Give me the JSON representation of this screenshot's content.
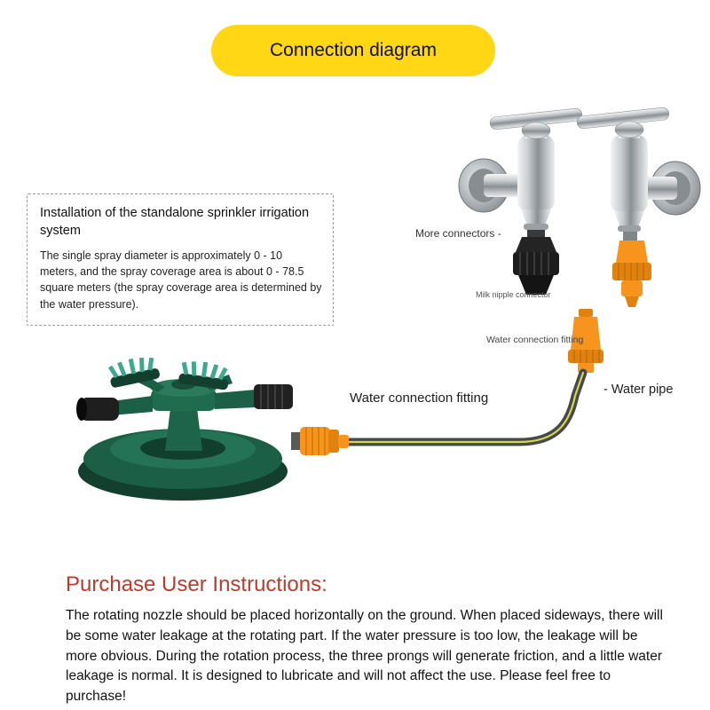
{
  "banner": {
    "title": "Connection diagram"
  },
  "info_box": {
    "title": "Installation of the standalone sprinkler irrigation system",
    "body": "The single spray diameter is approximately 0 - 10 meters, and the spray coverage area is about 0 - 78.5 square meters (the spray coverage area is determined by the water pressure)."
  },
  "labels": {
    "more_connectors": "More connectors -",
    "milk_nipple_connector": "Milk nipple connector",
    "water_connection_fitting_top": "Water connection fitting",
    "water_connection_fitting_main": "Water connection fitting",
    "water_pipe": "- Water pipe"
  },
  "instructions": {
    "title": "Purchase User Instructions:",
    "body": "The rotating nozzle should be placed horizontally on the ground. When placed sideways, there will be some water leakage at the rotating part. If the water pressure is too low, the leakage will be more obvious. During the rotation process, the three prongs will generate friction, and a little water leakage is normal. It is designed to lubricate and will not affect the use. Please feel free to purchase!"
  },
  "colors": {
    "banner_yellow": "#ffd715",
    "instructions_red": "#bf3a2b",
    "connector_orange": "#f7941d",
    "sprinkler_green": "#1b6046",
    "nozzle_teal": "#3fa98f"
  }
}
